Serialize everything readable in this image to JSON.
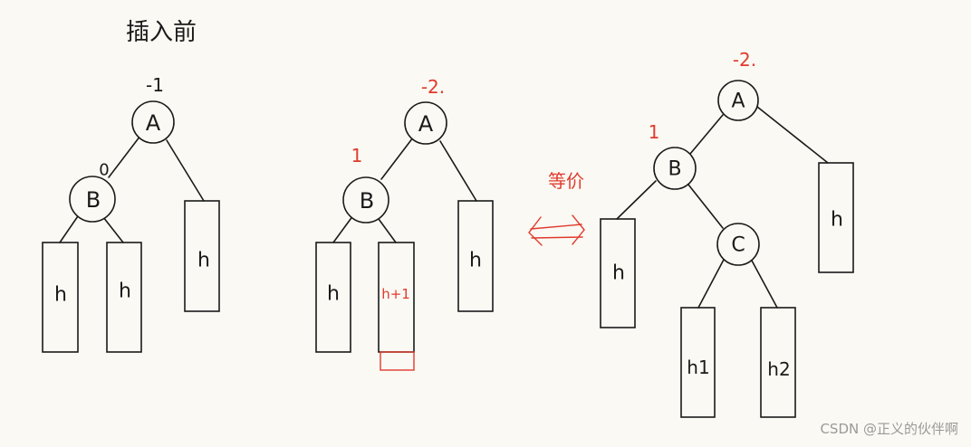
{
  "title": "插入前",
  "equivalent_label": "等价",
  "ink_color": "#1a1a1a",
  "accent_color": "#e03a2e",
  "watermark": "CSDN @正义的伙伴啊",
  "tree1": {
    "A": {
      "label": "A",
      "bf": "-1"
    },
    "B": {
      "label": "B",
      "bf": "0"
    },
    "subtrees": [
      "h",
      "h",
      "h"
    ]
  },
  "tree2": {
    "A": {
      "label": "A",
      "bf": "-2."
    },
    "B": {
      "label": "B",
      "bf": "1"
    },
    "subtrees": [
      "h",
      "h+1",
      "h"
    ]
  },
  "tree3": {
    "A": {
      "label": "A",
      "bf": "-2."
    },
    "B": {
      "label": "B",
      "bf": "1"
    },
    "C": {
      "label": "C"
    },
    "subtrees": [
      "h",
      "h",
      "h1",
      "h2"
    ]
  }
}
